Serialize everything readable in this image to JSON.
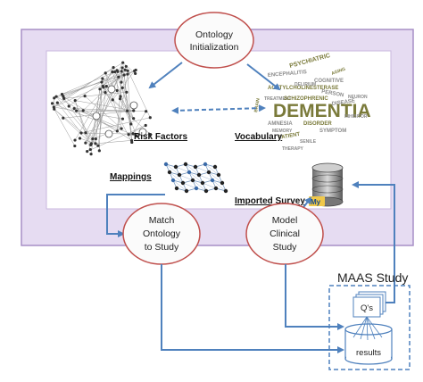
{
  "ovals": {
    "ontology_initialization": [
      "Ontology",
      "Initialization"
    ],
    "match_ontology": [
      "Match",
      "Ontology",
      "to Study"
    ],
    "model_clinical": [
      "Model",
      "Clinical",
      "Study"
    ]
  },
  "labels": {
    "risk_factors": "Risk Factors",
    "vocabulary": "Vocabulary",
    "mappings": "Mappings",
    "imported_survey": "Imported Survey"
  },
  "maas": {
    "title": "MAAS Study",
    "questions": "Q's",
    "results": "results"
  },
  "word_cloud": {
    "main_word": "DEMENTIA",
    "words": [
      "PSYCHIATRIC",
      "ENCEPHALITIS",
      "COGNITIVE",
      "ACETYLCHOLINESTERASE",
      "PERSON",
      "TREATMENT",
      "SCHIZOPHRENIC",
      "DISEASE",
      "AMNESIA",
      "DISORDER",
      "MEMORY",
      "SYMPTOM",
      "PATIENT",
      "INHIBITOR",
      "DELIRIUM",
      "BRAIN",
      "NEURON",
      "SENILE",
      "AGING",
      "THERAPY"
    ]
  },
  "database_icon": {
    "logo_text": "My"
  },
  "colors": {
    "frame_fill": "#e6dcf2",
    "frame_border": "#a78fc6",
    "oval_fill": "#fbfbfb",
    "oval_border": "#c0504d",
    "arrow_blue": "#4f81bd",
    "node_dark": "#333333",
    "wordcloud_gray": "#8a8a8a",
    "wordcloud_olive": "#7a7a3a"
  },
  "icons": {
    "risk_graph": "network-graph-icon",
    "mappings": "mesh-network-icon",
    "survey_db": "database-icon",
    "questions": "document-stack-icon",
    "results": "cylinder-database-icon"
  }
}
